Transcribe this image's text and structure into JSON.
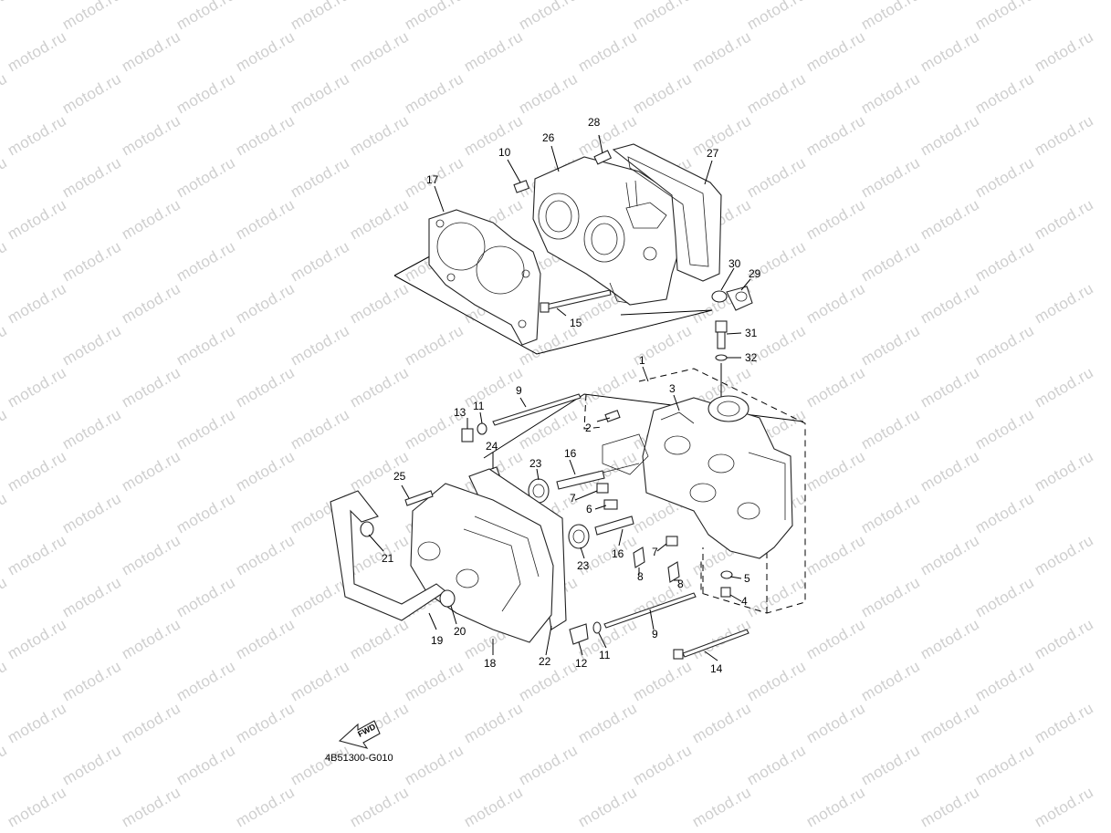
{
  "watermark": {
    "text": "motod.ru"
  },
  "diagram_code": "4B51300-G010",
  "fwd_label": "FWD",
  "callouts": [
    {
      "id": "c28",
      "text": "28"
    },
    {
      "id": "c26",
      "text": "26"
    },
    {
      "id": "c10",
      "text": "10"
    },
    {
      "id": "c27",
      "text": "27"
    },
    {
      "id": "c17",
      "text": "17"
    },
    {
      "id": "c30",
      "text": "30"
    },
    {
      "id": "c29",
      "text": "29"
    },
    {
      "id": "c15",
      "text": "15"
    },
    {
      "id": "c31",
      "text": "31"
    },
    {
      "id": "c32",
      "text": "32"
    },
    {
      "id": "c1",
      "text": "1"
    },
    {
      "id": "c9a",
      "text": "9"
    },
    {
      "id": "c3",
      "text": "3"
    },
    {
      "id": "c13",
      "text": "13"
    },
    {
      "id": "c11a",
      "text": "11"
    },
    {
      "id": "c2",
      "text": "2"
    },
    {
      "id": "c24",
      "text": "24"
    },
    {
      "id": "c16a",
      "text": "16"
    },
    {
      "id": "c23a",
      "text": "23"
    },
    {
      "id": "c25",
      "text": "25"
    },
    {
      "id": "c7a",
      "text": "7"
    },
    {
      "id": "c6",
      "text": "6"
    },
    {
      "id": "c21",
      "text": "21"
    },
    {
      "id": "c23b",
      "text": "23"
    },
    {
      "id": "c16b",
      "text": "16"
    },
    {
      "id": "c7b",
      "text": "7"
    },
    {
      "id": "c8a",
      "text": "8"
    },
    {
      "id": "c8b",
      "text": "8"
    },
    {
      "id": "c5",
      "text": "5"
    },
    {
      "id": "c4",
      "text": "4"
    },
    {
      "id": "c9b",
      "text": "9"
    },
    {
      "id": "c19",
      "text": "19"
    },
    {
      "id": "c20",
      "text": "20"
    },
    {
      "id": "c18",
      "text": "18"
    },
    {
      "id": "c22",
      "text": "22"
    },
    {
      "id": "c12",
      "text": "12"
    },
    {
      "id": "c11b",
      "text": "11"
    },
    {
      "id": "c14",
      "text": "14"
    }
  ]
}
